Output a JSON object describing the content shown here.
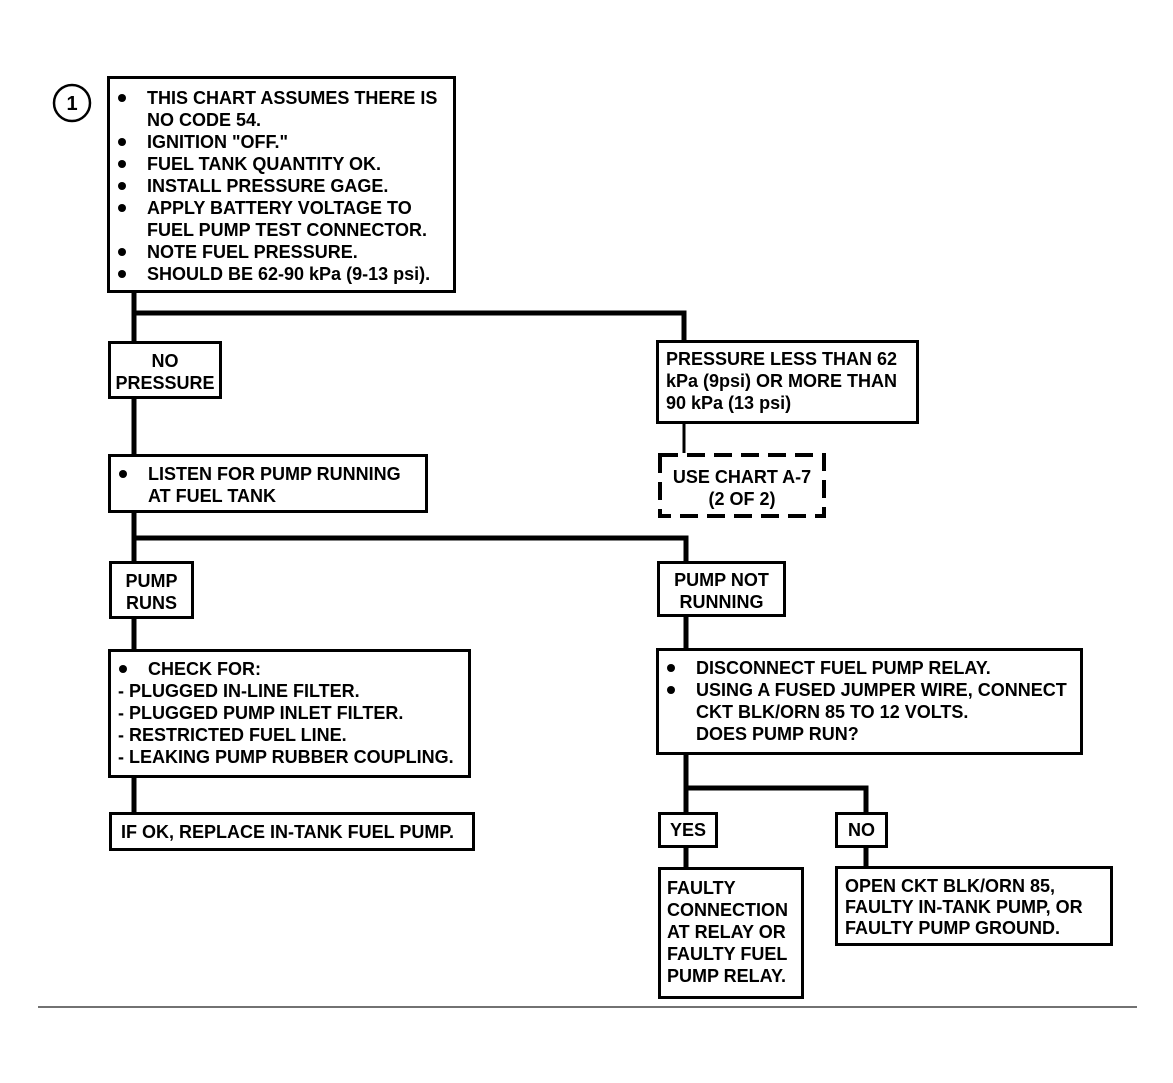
{
  "step_marker": "1",
  "start_box": {
    "items": [
      [
        "THIS CHART ASSUMES THERE IS",
        "NO CODE 54."
      ],
      [
        "IGNITION \"OFF.\""
      ],
      [
        "FUEL TANK QUANTITY OK."
      ],
      [
        "INSTALL PRESSURE GAGE."
      ],
      [
        "APPLY BATTERY VOLTAGE TO",
        "FUEL PUMP TEST CONNECTOR."
      ],
      [
        "NOTE FUEL PRESSURE."
      ],
      [
        "SHOULD BE 62-90 kPa (9-13 psi)."
      ]
    ]
  },
  "no_pressure_box": {
    "lines": [
      "NO",
      "PRESSURE"
    ]
  },
  "pressure_out_of_range_box": {
    "lines": [
      "PRESSURE LESS THAN 62",
      "kPa (9psi) OR MORE THAN",
      "90 kPa (13 psi)"
    ]
  },
  "chart_reference_box": {
    "lines": [
      "USE CHART A-7",
      "(2 OF 2)"
    ]
  },
  "listen_box": {
    "items": [
      [
        "LISTEN FOR PUMP RUNNING",
        "AT FUEL TANK"
      ]
    ]
  },
  "pump_runs_box": {
    "lines": [
      "PUMP",
      "RUNS"
    ]
  },
  "pump_not_running_box": {
    "lines": [
      "PUMP NOT",
      "RUNNING"
    ]
  },
  "check_box": {
    "heading": "CHECK FOR:",
    "items": [
      "- PLUGGED IN-LINE FILTER.",
      "- PLUGGED PUMP INLET FILTER.",
      "- RESTRICTED FUEL LINE.",
      "- LEAKING PUMP RUBBER COUPLING."
    ]
  },
  "relay_test_box": {
    "items": [
      [
        "DISCONNECT FUEL PUMP RELAY."
      ],
      [
        "USING A FUSED JUMPER WIRE, CONNECT",
        "CKT BLK/ORN 85 TO 12 VOLTS.",
        "DOES PUMP RUN?"
      ]
    ]
  },
  "replace_pump_box": {
    "lines": [
      "IF OK, REPLACE IN-TANK FUEL PUMP."
    ]
  },
  "yes_box": {
    "label": "YES"
  },
  "no_box": {
    "label": "NO"
  },
  "faulty_relay_box": {
    "lines": [
      "FAULTY",
      "CONNECTION",
      "AT RELAY OR",
      "FAULTY FUEL",
      "PUMP RELAY."
    ]
  },
  "open_circuit_box": {
    "lines": [
      "OPEN CKT BLK/ORN 85,",
      "FAULTY IN-TANK PUMP, OR",
      "FAULTY PUMP GROUND."
    ]
  }
}
